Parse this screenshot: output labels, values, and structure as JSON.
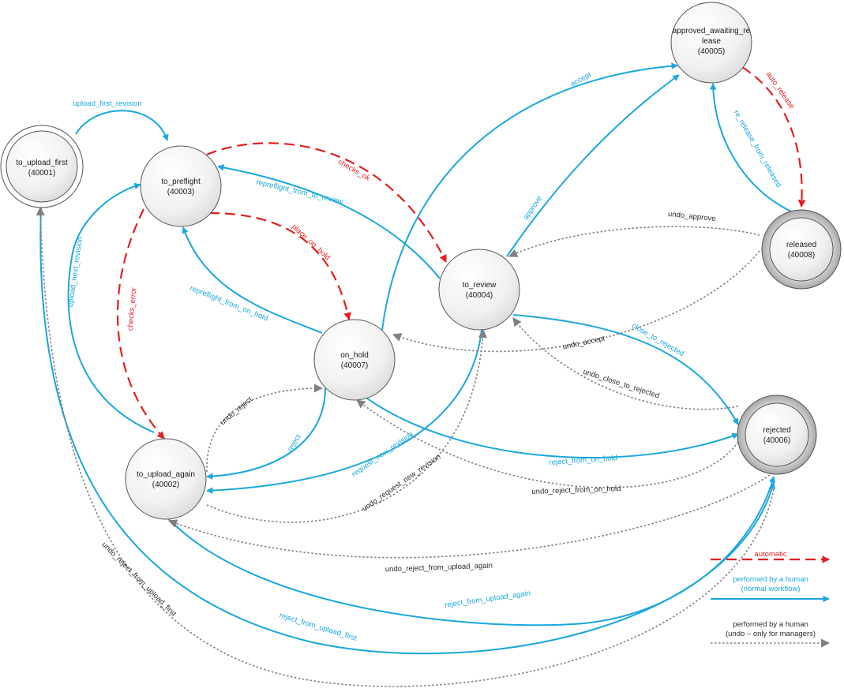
{
  "colors": {
    "human": "#1aa7dd",
    "auto": "#e31f1f",
    "undo": "#808080",
    "state_stroke": "#555555"
  },
  "states": {
    "to_upload_first": {
      "name": "to_upload_first",
      "code": "(40001)"
    },
    "to_preflight": {
      "name": "to_preflight",
      "code": "(40003)"
    },
    "to_upload_again": {
      "name": "to_upload_again",
      "code": "(40002)"
    },
    "on_hold": {
      "name": "on_hold",
      "code": "(40007)"
    },
    "to_review": {
      "name": "to_review",
      "code": "(40004)"
    },
    "approved": {
      "line1": "approved_awaiting_re",
      "line2": "lease",
      "code": "(40005)"
    },
    "released": {
      "name": "released",
      "code": "(40008)"
    },
    "rejected": {
      "name": "rejected",
      "code": "(40006)"
    }
  },
  "edges": {
    "upload_first_revision": "upload_first_revision",
    "checks_ok": "checks_ok",
    "checks_error": "checks_error",
    "place_on_hold": "place_on_hold",
    "upload_next_revision": "upload_next_revision",
    "repreflight_from_to_review": "repreflight_from_to_review",
    "repreflight_from_on_hold": "repreflight_from_on_hold",
    "accept": "accept",
    "approve": "approve",
    "auto_release": "auto_release",
    "re_release_from_released": "re_release_from_released",
    "undo_approve": "undo_approve",
    "undo_accept": "undo_accept",
    "close_to_rejected": "close_to_rejected",
    "undo_close_to_rejected": "undo_close_to_rejected",
    "undo_reject": "undo_reject",
    "reject": "reject",
    "request_new_revision": "request_new_revision",
    "undo_request_new_revision": "undo_request_new_revision",
    "reject_from_on_hold": "reject_from_on_hold",
    "undo_reject_from_on_hold": "undo_reject_from_on_hold",
    "undo_reject_from_upload_again": "undo_reject_from_upload_again",
    "reject_from_upload_again": "reject_from_upload_again",
    "reject_from_upload_first": "reject_from_upload_first",
    "undo_reject_from_upload_first": "undo_reject_from_upload_first"
  },
  "legend": {
    "automatic": "automatic",
    "human_line1": "performed by a human",
    "human_line2": "(normal workflow)",
    "undo_line1": "performed by a human",
    "undo_line2": "(undo – only for managers)"
  }
}
